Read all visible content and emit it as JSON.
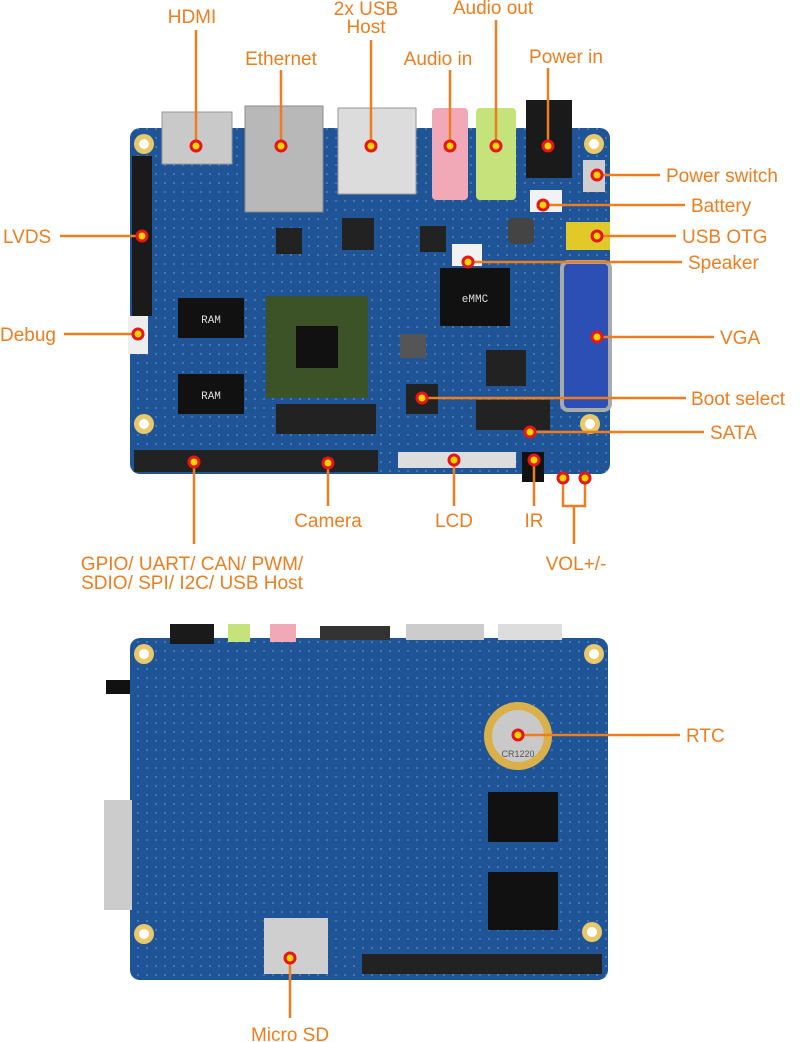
{
  "colors": {
    "label": "#ee7d1f",
    "board": "#1f5597",
    "marker_ring": "#e4161b",
    "marker_center": "#ffd400"
  },
  "top_labels": {
    "hdmi": "HDMI",
    "ethernet": "Ethernet",
    "usb_host_1": "2x USB",
    "usb_host_2": "Host",
    "audio_in": "Audio in",
    "audio_out": "Audio out",
    "power_in": "Power in",
    "power_switch": "Power switch",
    "battery": "Battery",
    "usb_otg": "USB OTG",
    "speaker": "Speaker",
    "vga": "VGA",
    "boot_select": "Boot select",
    "sata": "SATA",
    "lvds": "LVDS",
    "debug": "Debug",
    "camera": "Camera",
    "lcd": "LCD",
    "ir": "IR",
    "vol": "VOL+/-",
    "gpio_1": "GPIO/ UART/ CAN/ PWM/",
    "gpio_2": "SDIO/ SPI/ I2C/ USB Host"
  },
  "bottom_labels": {
    "rtc": "RTC",
    "micro_sd": "Micro SD"
  },
  "chip_labels": {
    "ram1": "RAM",
    "ram2": "RAM",
    "emmc": "eMMC",
    "battery_coin": "CR1220"
  }
}
